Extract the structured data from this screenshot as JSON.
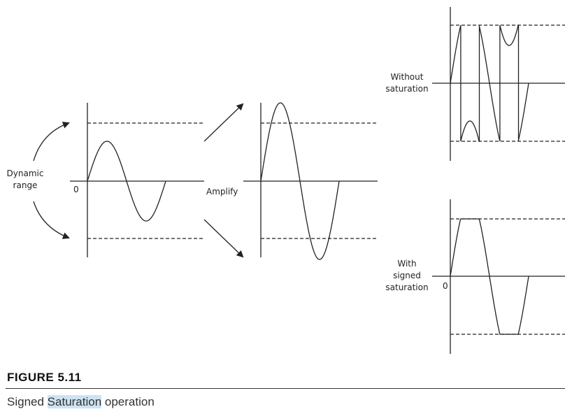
{
  "labels": {
    "dynamic_range_line1": "Dynamic",
    "dynamic_range_line2": "range",
    "origin_left": "0",
    "amplify": "Amplify",
    "without_line1": "Without",
    "without_line2": "saturation",
    "with_line1": "With",
    "with_line2": "signed",
    "with_line3": "saturation",
    "origin_right": "0"
  },
  "figure": {
    "title": "FIGURE 5.11",
    "caption_before": "Signed ",
    "caption_highlight": "Saturation",
    "caption_after": " operation"
  },
  "colors": {
    "stroke": "#222222",
    "highlight": "#cde3f3"
  }
}
